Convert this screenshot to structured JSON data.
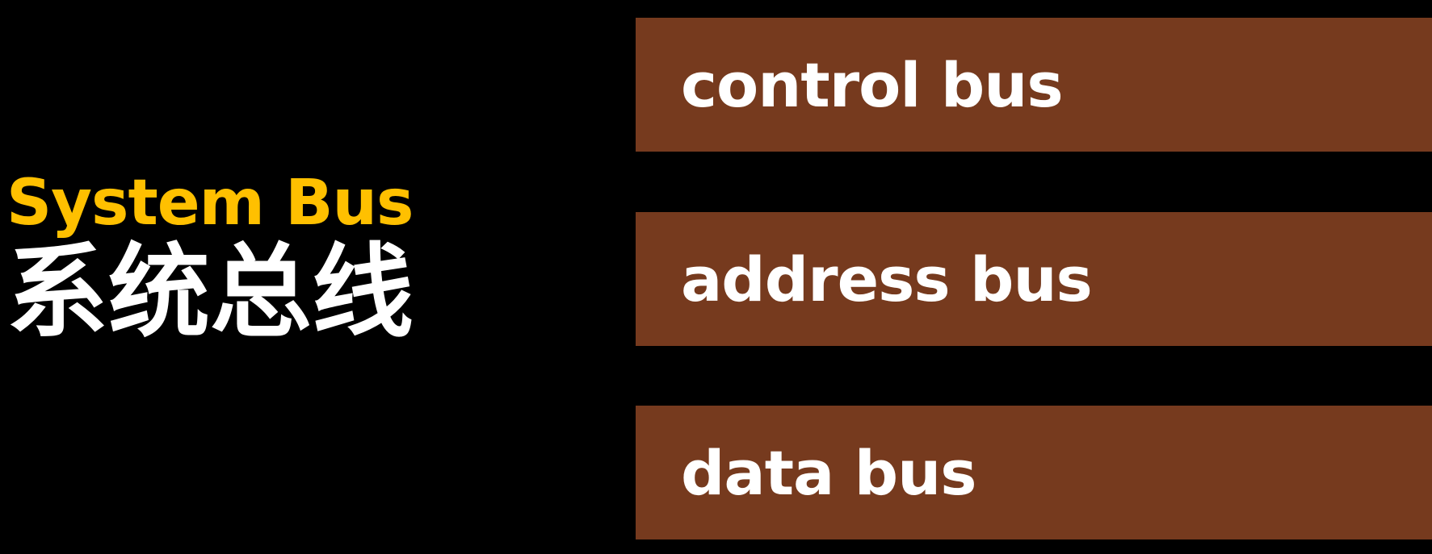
{
  "title": {
    "english": "System Bus",
    "chinese": "系统总线"
  },
  "buses": [
    {
      "label": "control bus"
    },
    {
      "label": "address bus"
    },
    {
      "label": "data bus"
    }
  ],
  "colors": {
    "background": "#000000",
    "title_english": "#FFC000",
    "title_chinese": "#FFFFFF",
    "bar_fill": "#763A1E",
    "bar_text": "#FFFFFF"
  }
}
